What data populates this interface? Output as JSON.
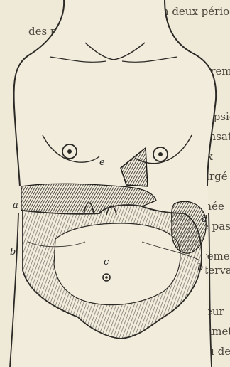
{
  "background_text": [
    "divisé en deux périodes ; celle",
    "des petites branches de la",
    "maladie est ordinairement",
    "la dyspepsie alcoolique, les",
    "une sensation particulière de",
    "eaux",
    "chargé",
    "chée",
    "e pas",
    "gement",
    "ement par intervalles",
    "de maigreur",
    "sur les pommettes ; il se pré-",
    "gés d'un peu de sensibilité"
  ],
  "figure": {
    "labels": {
      "a": "a",
      "b_left": "b",
      "b_right": "b",
      "c": "c",
      "d": "d",
      "e": "e"
    }
  }
}
